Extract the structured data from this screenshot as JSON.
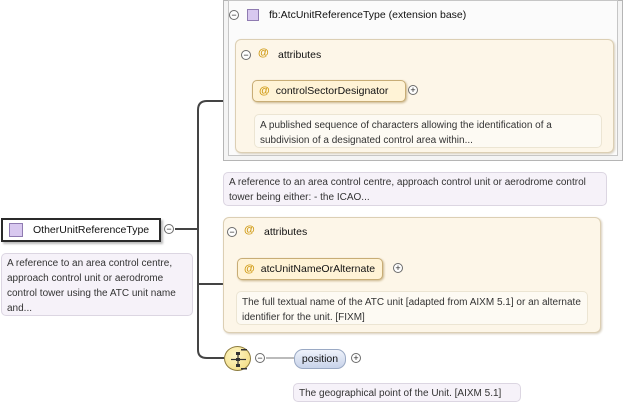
{
  "extension": {
    "title": "fb:AtcUnitReferenceType (extension base)",
    "attributes_label": "attributes",
    "attribute": {
      "name": "controlSectorDesignator",
      "doc": "A published sequence of characters allowing the identification of a subdivision of a designated control area within..."
    },
    "doc": "A reference to an area control centre, approach control unit or aerodrome control tower being either: - the ICAO..."
  },
  "root": {
    "name": "OtherUnitReferenceType",
    "doc": "A reference to an area control centre, approach control unit or aerodrome control tower using the ATC unit name and..."
  },
  "attributes2": {
    "label": "attributes",
    "attribute": {
      "name": "atcUnitNameOrAlternate",
      "doc": "The full textual name of the ATC unit [adapted from AIXM 5.1] or an alternate identifier for the unit. [FIXM]"
    }
  },
  "sequence": {
    "element": {
      "name": "position",
      "doc": "The geographical point of the Unit. [AIXM 5.1]"
    }
  },
  "icons": {
    "collapse": "−",
    "expand": "+",
    "attribute_marker": "@"
  }
}
